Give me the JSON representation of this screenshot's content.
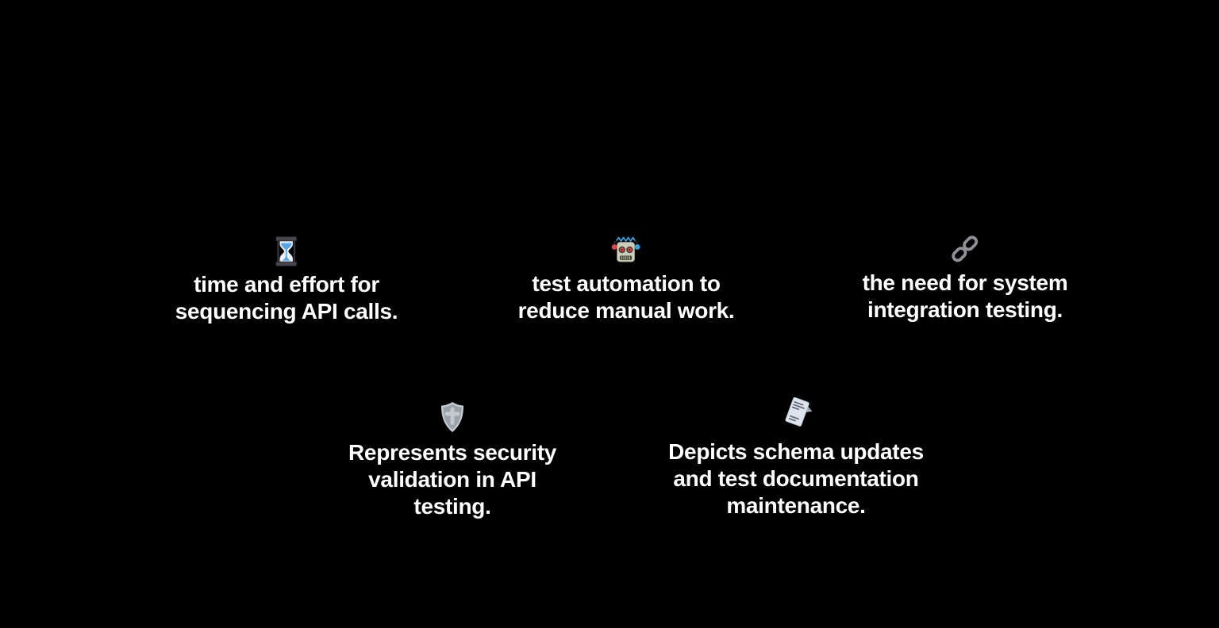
{
  "page": {
    "background_color": "#000000",
    "text_color": "#ffffff"
  },
  "callouts": [
    {
      "icon": "hourglass-icon",
      "caption": "time and effort for\nsequencing API calls."
    },
    {
      "icon": "robot-icon",
      "caption": "test automation to\nreduce manual work."
    },
    {
      "icon": "link-icon",
      "caption": "the need for system\nintegration testing."
    },
    {
      "icon": "shield-icon",
      "caption": "Represents security\nvalidation in API\ntesting."
    },
    {
      "icon": "document-icon",
      "caption": "Depicts schema updates\nand test documentation\nmaintenance."
    }
  ],
  "icon_colors": {
    "hourglass_frame": "#46464c",
    "hourglass_sand": "#55a4e8",
    "robot_head": "#c9cfba",
    "robot_eye": "#e2434b",
    "robot_antenna": "#38a3e0",
    "link_gray": "#909095",
    "shield_body": "#99a1a9",
    "shield_cross": "#c3c9cf",
    "paper_fill": "#dde4ed",
    "paper_lines": "#59616c"
  }
}
